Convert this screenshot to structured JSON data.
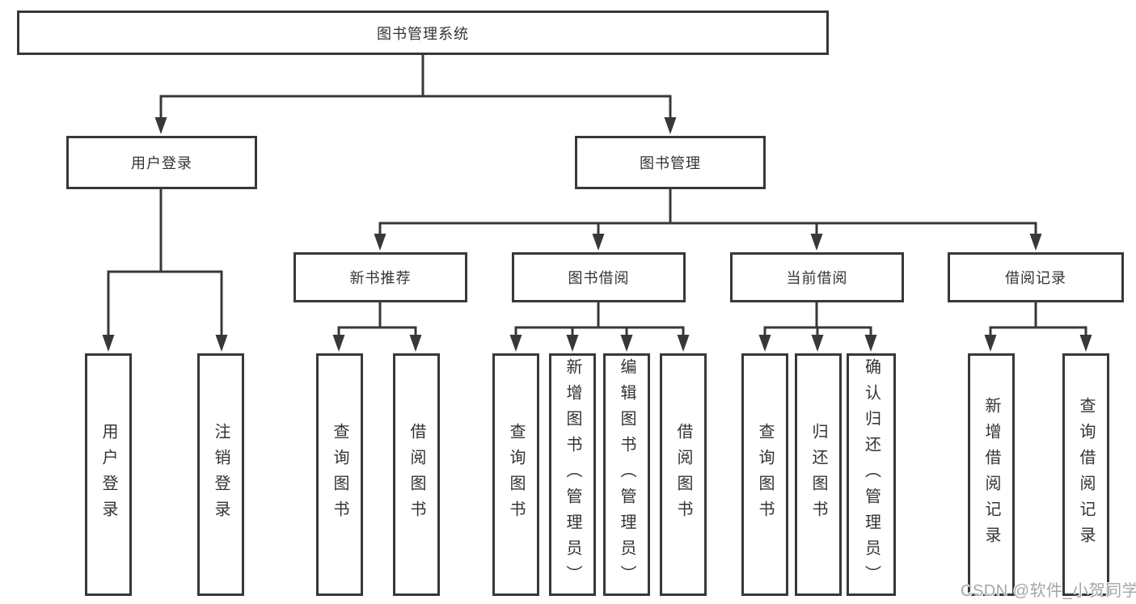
{
  "diagram": {
    "root": {
      "label": "图书管理系统"
    },
    "branches": [
      {
        "label": "用户登录",
        "leaves": [
          {
            "label": "用户登录"
          },
          {
            "label": "注销登录"
          }
        ]
      },
      {
        "label": "图书管理",
        "sections": [
          {
            "label": "新书推荐",
            "leaves": [
              {
                "label": "查询图书"
              },
              {
                "label": "借阅图书"
              }
            ]
          },
          {
            "label": "图书借阅",
            "leaves": [
              {
                "label": "查询图书"
              },
              {
                "label": "新增图书（管理员）"
              },
              {
                "label": "编辑图书（管理员）"
              },
              {
                "label": "借阅图书"
              }
            ]
          },
          {
            "label": "当前借阅",
            "leaves": [
              {
                "label": "查询图书"
              },
              {
                "label": "归还图书"
              },
              {
                "label": "确认归还（管理员）"
              }
            ]
          },
          {
            "label": "借阅记录",
            "leaves": [
              {
                "label": "新增借阅记录"
              },
              {
                "label": "查询借阅记录"
              }
            ]
          }
        ]
      }
    ]
  },
  "watermark": {
    "label": "CSDN @软件_小贺同学"
  },
  "colors": {
    "line": "#383838",
    "text": "#333333",
    "background": "#ffffff",
    "watermark": "#a6a6a6"
  }
}
